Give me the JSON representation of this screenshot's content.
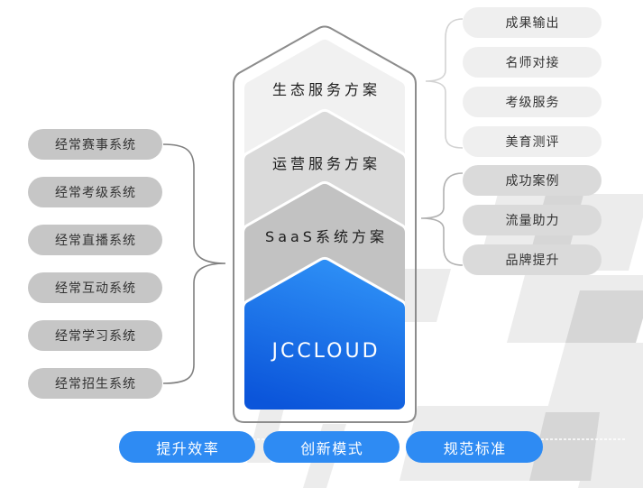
{
  "layers": {
    "ecosystem": "生态服务方案",
    "operations": "运营服务方案",
    "saas": "SaaS系统方案",
    "core": "JCCLOUD"
  },
  "left_systems": [
    "经常赛事系统",
    "经常考级系统",
    "经常直播系统",
    "经常互动系统",
    "经常学习系统",
    "经常招生系统"
  ],
  "ecosystem_services": [
    "成果输出",
    "名师对接",
    "考级服务",
    "美育测评"
  ],
  "operation_services": [
    "成功案例",
    "流量助力",
    "品牌提升"
  ],
  "values": [
    "提升效率",
    "创新模式",
    "规范标准"
  ],
  "colors": {
    "primary_blue": "#2e8bf3",
    "core_gradient_top": "#2e90f6",
    "core_gradient_bottom": "#0b55da",
    "system_pill": "#c6c6c6",
    "ecosystem_pill": "#efefef",
    "operation_pill": "#dadada"
  }
}
